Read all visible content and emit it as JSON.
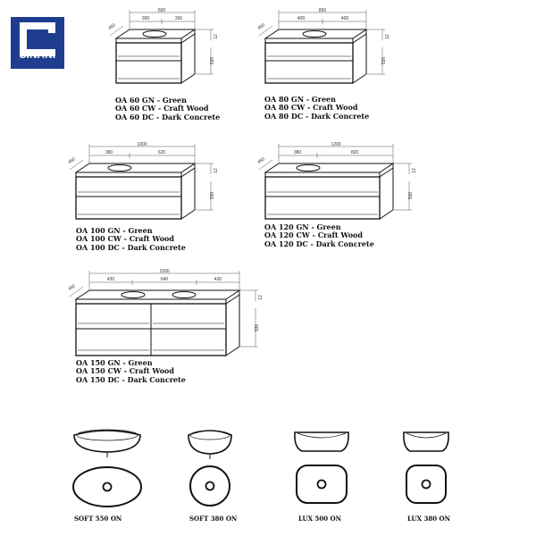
{
  "brand": {
    "name": "SINANI",
    "color": "#1e3d8f"
  },
  "units": [
    {
      "id": "oa60",
      "dims": {
        "width": "600",
        "left": "300",
        "right": "300",
        "depth": "460",
        "height": "530",
        "top": "12"
      },
      "variants": [
        "OA 60 GN - Green",
        "OA 60 CW - Craft Wood",
        "OA 60 DC - Dark Concrete"
      ]
    },
    {
      "id": "oa80",
      "dims": {
        "width": "800",
        "left": "400",
        "right": "400",
        "depth": "460",
        "height": "530",
        "top": "12"
      },
      "variants": [
        "OA 80 GN - Green",
        "OA 80 CW - Craft Wood",
        "OA 80 DC - Dark Concrete"
      ]
    },
    {
      "id": "oa100",
      "dims": {
        "width": "1000",
        "left": "380",
        "right": "620",
        "depth": "460",
        "height": "530",
        "top": "12"
      },
      "variants": [
        "OA 100 GN - Green",
        "OA 100 CW - Craft Wood",
        "OA 100 DC - Dark Concrete"
      ]
    },
    {
      "id": "oa120",
      "dims": {
        "width": "1200",
        "left": "380",
        "right": "820",
        "depth": "460",
        "height": "530",
        "top": "12"
      },
      "variants": [
        "OA 120 GN - Green",
        "OA 120 CW - Craft Wood",
        "OA 120 DC - Dark Concrete"
      ]
    },
    {
      "id": "oa150",
      "dims": {
        "width": "1500",
        "left": "430",
        "mid": "640",
        "right": "430",
        "depth": "460",
        "height": "530",
        "top": "12"
      },
      "variants": [
        "OA 150 GN - Green",
        "OA 150 CW - Craft Wood",
        "OA 150 DC - Dark Concrete"
      ]
    }
  ],
  "basins": [
    {
      "id": "soft550",
      "label": "SOFT 550 ON"
    },
    {
      "id": "soft380",
      "label": "SOFT 380 ON"
    },
    {
      "id": "lux500",
      "label": "LUX 500 ON"
    },
    {
      "id": "lux380",
      "label": "LUX 380 ON"
    }
  ]
}
